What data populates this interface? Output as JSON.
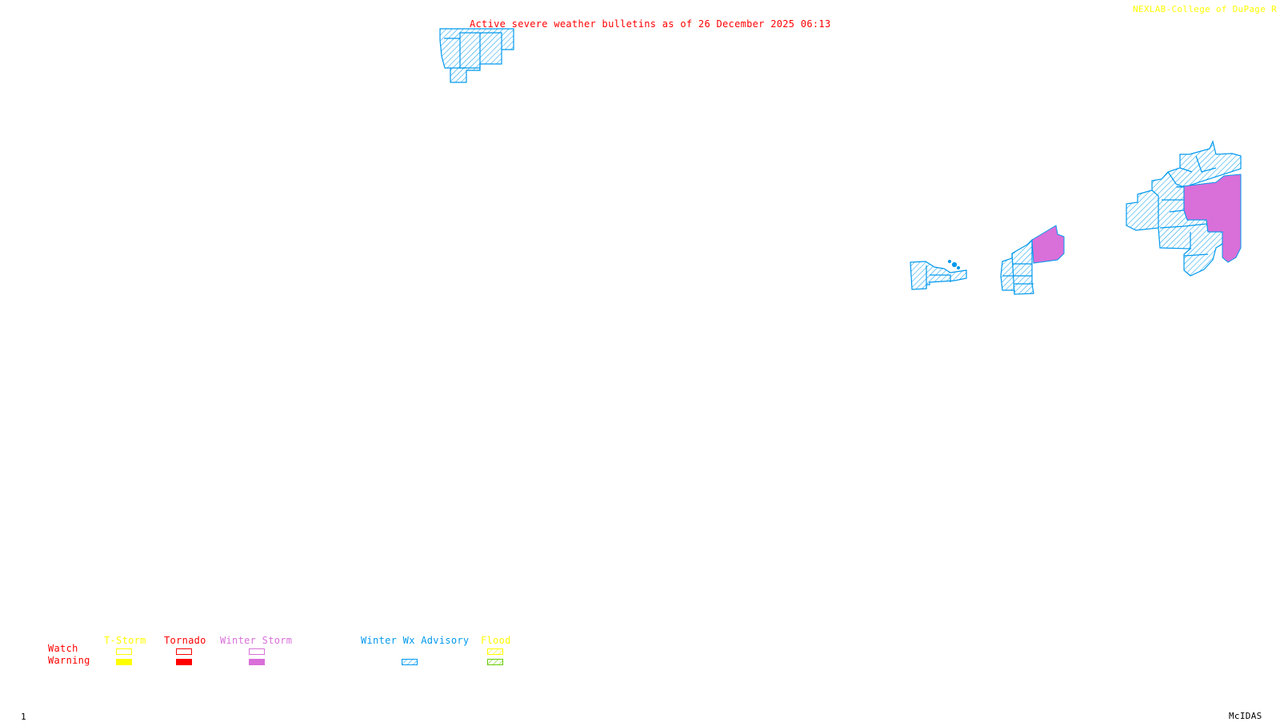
{
  "header": {
    "title": "Active severe weather bulletins as of 26 December 2025 06:13",
    "credit": "NEXLAB-College of DuPage R"
  },
  "colors": {
    "title": "#ff0000",
    "credit": "#ffff00",
    "tstorm": "#ffff00",
    "tornado": "#ff0000",
    "winter_storm": "#d96fd9",
    "winter_wx_advisory": "#0099ee",
    "flood_watch": "#ffff00",
    "flood_warning": "#66cc00",
    "footer": "#000000"
  },
  "legend": {
    "row_labels": {
      "watch": "Watch",
      "warning": "Warning"
    },
    "columns": [
      {
        "label": "T-Storm",
        "watch": "outline",
        "warning": "filled"
      },
      {
        "label": "Tornado",
        "watch": "outline",
        "warning": "filled"
      },
      {
        "label": "Winter Storm",
        "watch": "outline",
        "warning": "filled"
      },
      {
        "label": "Winter Wx Advisory",
        "watch": "none",
        "warning": "hatched"
      },
      {
        "label": "Flood",
        "watch": "hatched",
        "warning": "hatched"
      }
    ]
  },
  "map": {
    "regions": [
      {
        "name": "advisory-north-central",
        "type": "Winter Wx Advisory"
      },
      {
        "name": "advisory-great-lakes-west",
        "type": "Winter Wx Advisory"
      },
      {
        "name": "advisory-great-lakes-east",
        "type": "Winter Wx Advisory"
      },
      {
        "name": "warning-great-lakes",
        "type": "Winter Storm Warning"
      },
      {
        "name": "advisory-northeast",
        "type": "Winter Wx Advisory"
      },
      {
        "name": "warning-northeast",
        "type": "Winter Storm Warning"
      }
    ]
  },
  "footer": {
    "frame_number": "1",
    "software": "McIDAS"
  }
}
